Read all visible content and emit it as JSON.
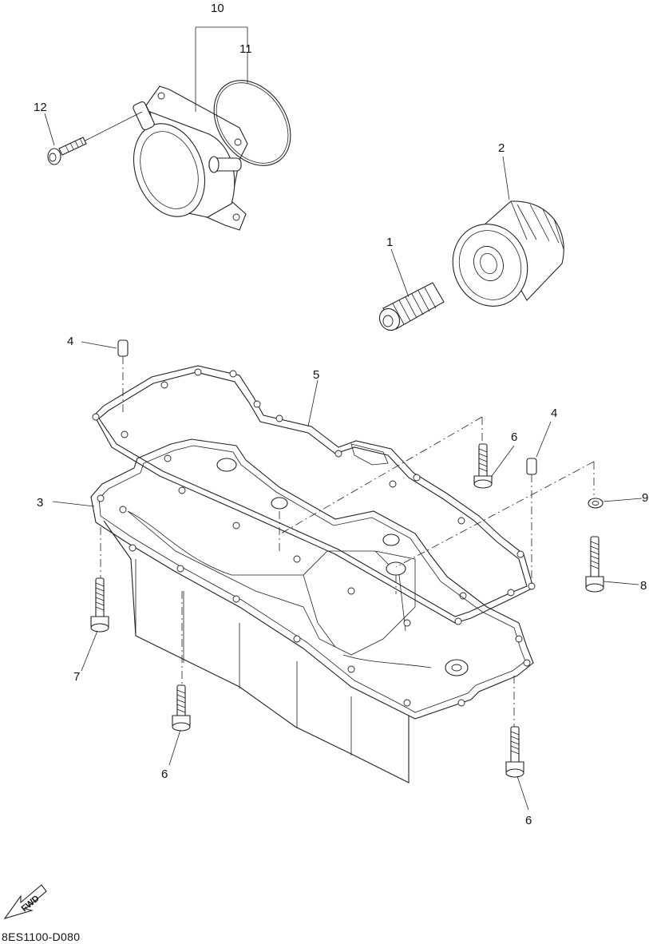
{
  "diagram_code": "8ES1100-D080",
  "fwd_label": "FWD",
  "callouts": {
    "c1": "1",
    "c2": "2",
    "c3": "3",
    "c4a": "4",
    "c4b": "4",
    "c5": "5",
    "c6a": "6",
    "c6b": "6",
    "c6c": "6",
    "c7": "7",
    "c8": "8",
    "c9": "9",
    "c10": "10",
    "c11": "11",
    "c12": "12"
  }
}
